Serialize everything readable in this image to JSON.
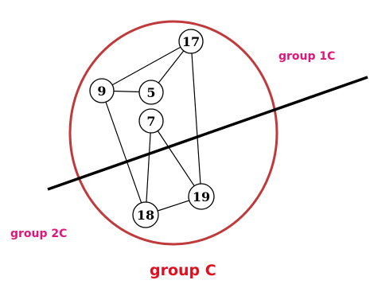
{
  "colors": {
    "group_ellipse": "#c0393b",
    "cut_line": "#000000",
    "edge": "#000000",
    "subgroup_label": "#e0167a",
    "group_label": "#e01020",
    "node_stroke": "#000000",
    "node_fill": "#ffffff"
  },
  "labels": {
    "group_1c": "group 1C",
    "group_2c": "group 2C",
    "group_c": "group C"
  },
  "nodes": [
    {
      "id": "17",
      "label": "17"
    },
    {
      "id": "9",
      "label": "9"
    },
    {
      "id": "5",
      "label": "5"
    },
    {
      "id": "7",
      "label": "7"
    },
    {
      "id": "19",
      "label": "19"
    },
    {
      "id": "18",
      "label": "18"
    }
  ],
  "edges": [
    [
      "9",
      "17"
    ],
    [
      "9",
      "5"
    ],
    [
      "5",
      "17"
    ],
    [
      "17",
      "19"
    ],
    [
      "9",
      "18"
    ],
    [
      "7",
      "18"
    ],
    [
      "7",
      "19"
    ],
    [
      "18",
      "19"
    ]
  ]
}
